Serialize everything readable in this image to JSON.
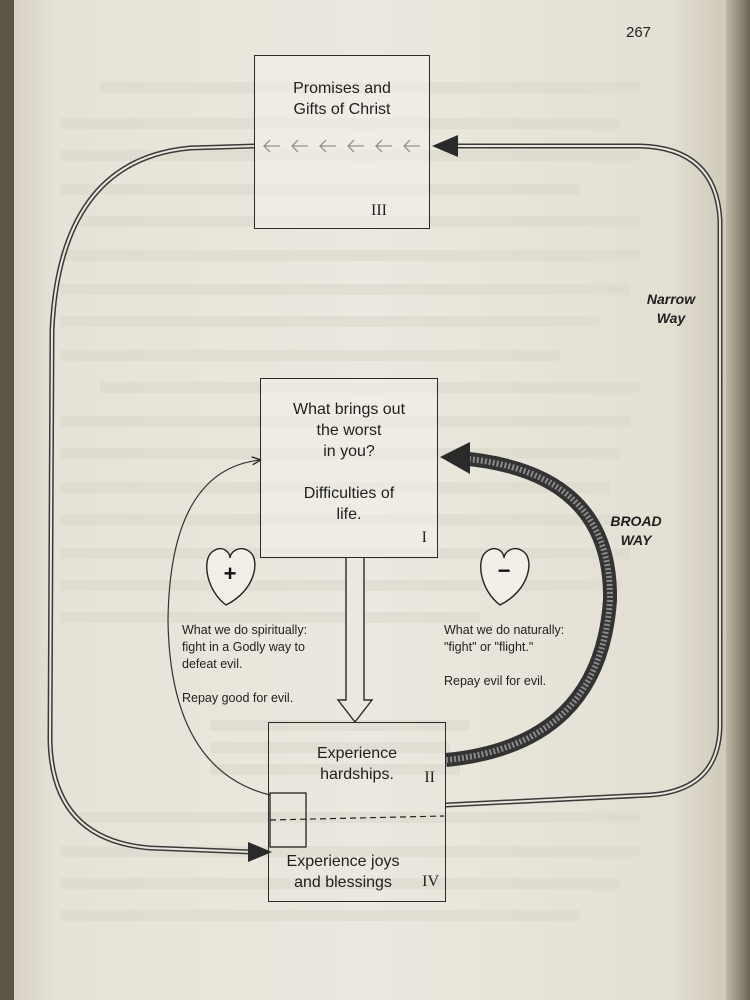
{
  "page_number": "267",
  "boxes": {
    "promises": {
      "text": "Promises and\nGifts of Christ",
      "numeral": "III"
    },
    "worst": {
      "text": "What brings out\nthe worst\nin you?\n\nDifficulties of\nlife.",
      "numeral": "I"
    },
    "hardships": {
      "text": "Experience\nhardships.",
      "numeral": "II"
    },
    "joys": {
      "text": "Experience joys\nand blessings",
      "numeral": "IV"
    }
  },
  "paths": {
    "narrow": "Narrow\nWay",
    "broad": "BROAD\nWAY"
  },
  "hearts": {
    "positive": "+",
    "negative": "−"
  },
  "annotations": {
    "spiritual": "What we do spiritually:\nfight in a Godly way to\ndefeat evil.\n\nRepay good for evil.",
    "natural": "What we do naturally:\n\"fight\" or \"flight.\"\n\nRepay evil for evil."
  },
  "icons": [
    "heart-positive-icon",
    "heart-negative-icon",
    "arrow-icon"
  ]
}
